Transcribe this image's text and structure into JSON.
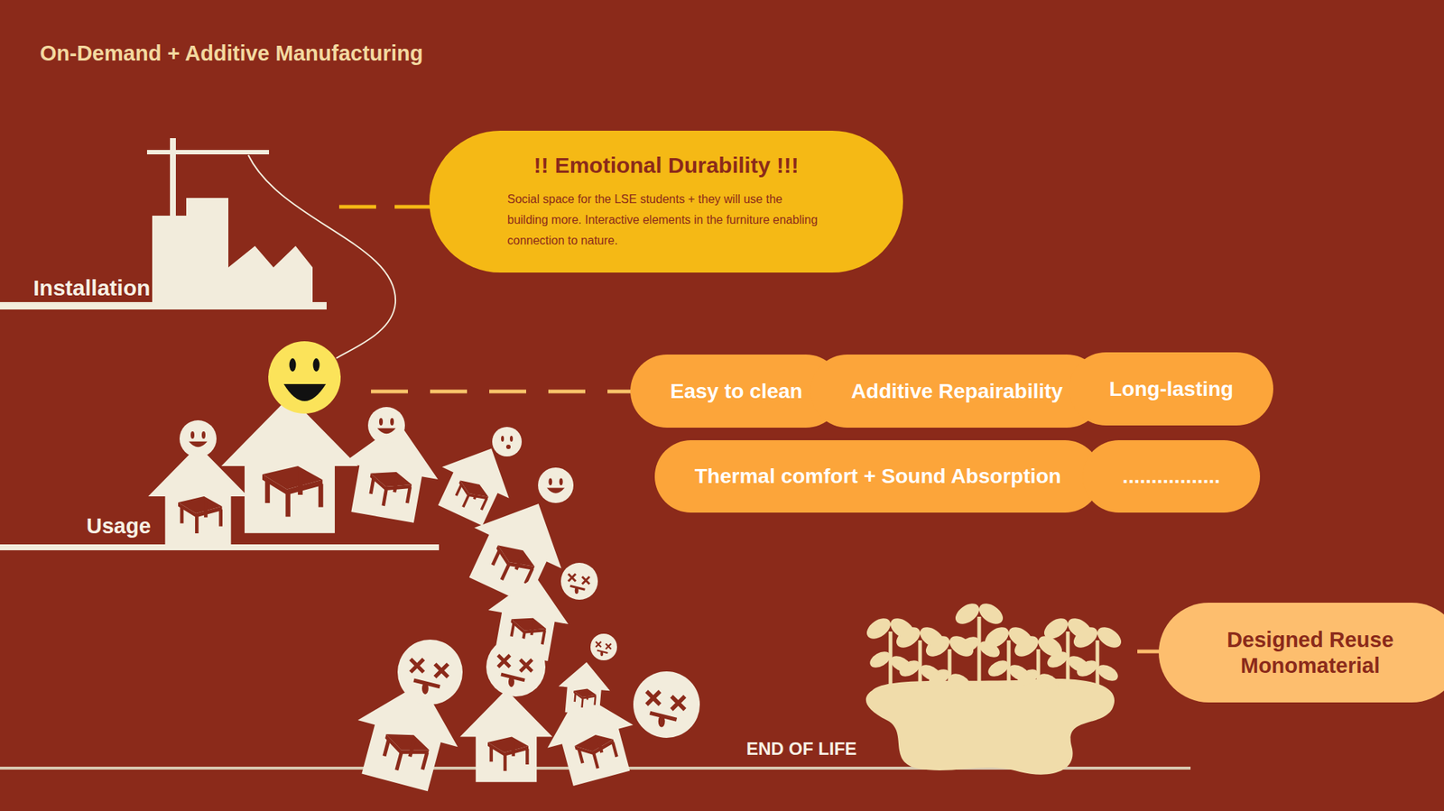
{
  "diagram": {
    "title": "On-Demand + Additive Manufacturing",
    "nodes": [
      {
        "text": [
          "!! Emotional Durability !!!",
          "Social space for the LSE students + they will use the building more. Interactive elements in the furniture enabling connection to nature."
        ]
      },
      {
        "text": [
          "Easy to clean"
        ]
      },
      {
        "text": [
          "Additive Repairability"
        ]
      },
      {
        "text": [
          "Long-lasting"
        ]
      },
      {
        "text": [
          "Thermal comfort + Sound Absorption"
        ]
      },
      {
        "text": [
          "................."
        ]
      },
      {
        "text": [
          "Designed Reuse Monomaterial"
        ]
      }
    ],
    "labels": [
      "Installation",
      "Usage",
      "END OF LIFE"
    ]
  }
}
